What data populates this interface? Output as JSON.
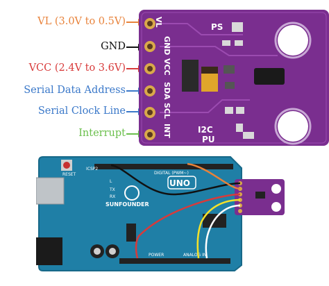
{
  "pins": [
    {
      "label": "VL (3.0V to 0.5V)",
      "color": "#e8823a",
      "pcb": "VL"
    },
    {
      "label": "GND",
      "color": "#111111",
      "pcb": "GND"
    },
    {
      "label": "VCC (2.4V to 3.6V)",
      "color": "#d83a3a",
      "pcb": "VCC"
    },
    {
      "label": "Serial Data Address",
      "color": "#3a78c9",
      "pcb": "SDA"
    },
    {
      "label": "Serial Clock Line",
      "color": "#3a78c9",
      "pcb": "SCL"
    },
    {
      "label": "Interrupt",
      "color": "#6abf4b",
      "pcb": "INT"
    }
  ],
  "sensor_board": {
    "ps_label": "PS",
    "i2c_label": "I2C",
    "pu_label": "PU",
    "color": "#7a2e8f"
  },
  "arduino": {
    "brand": "SUNFOUNDER",
    "model": "UNO",
    "reset_label": "RESET",
    "icsp_label": "ICSP2",
    "header_label": "DIGITAL (PWM~)",
    "power_label": "POWER",
    "analog_label": "ANALOG IN",
    "led_labels": [
      "L",
      "TX",
      "RX"
    ],
    "board_color": "#1f7fa6"
  },
  "wires": {
    "colors": [
      "#111111",
      "#e8823a",
      "#d83a3a",
      "#f3e12a",
      "#ffffff"
    ]
  }
}
